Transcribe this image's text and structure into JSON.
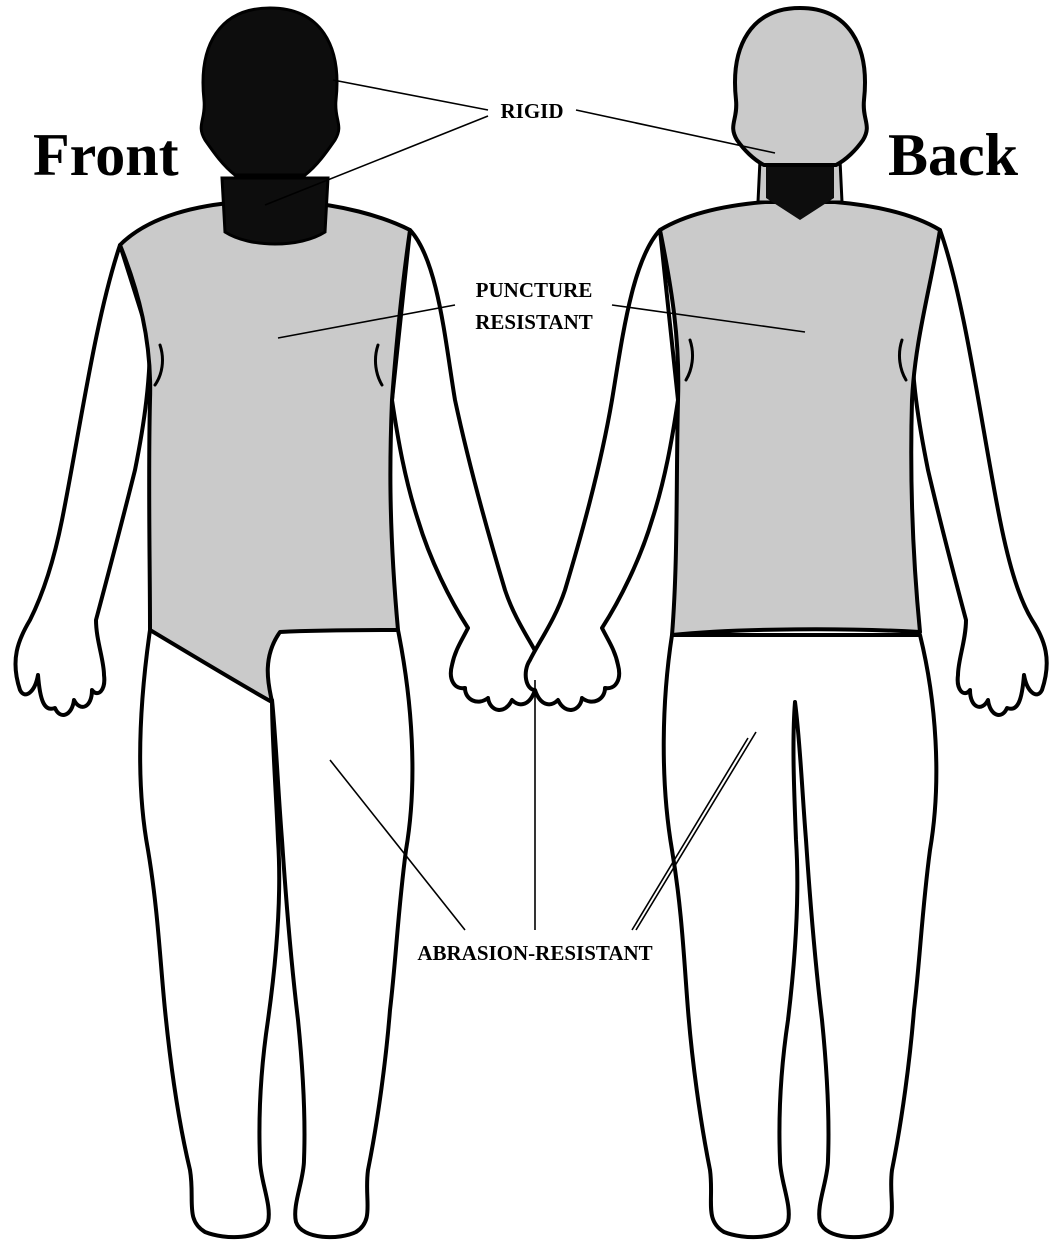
{
  "views": {
    "front": {
      "title": "Front"
    },
    "back": {
      "title": "Back"
    }
  },
  "zones": {
    "rigid": {
      "label": "RIGID",
      "color": "#0d0d0d"
    },
    "puncture": {
      "line1": "PUNCTURE",
      "line2": "RESISTANT",
      "color": "#cacaca"
    },
    "abrasion": {
      "label": "ABRASION-RESISTANT",
      "color": "#ffffff"
    }
  }
}
